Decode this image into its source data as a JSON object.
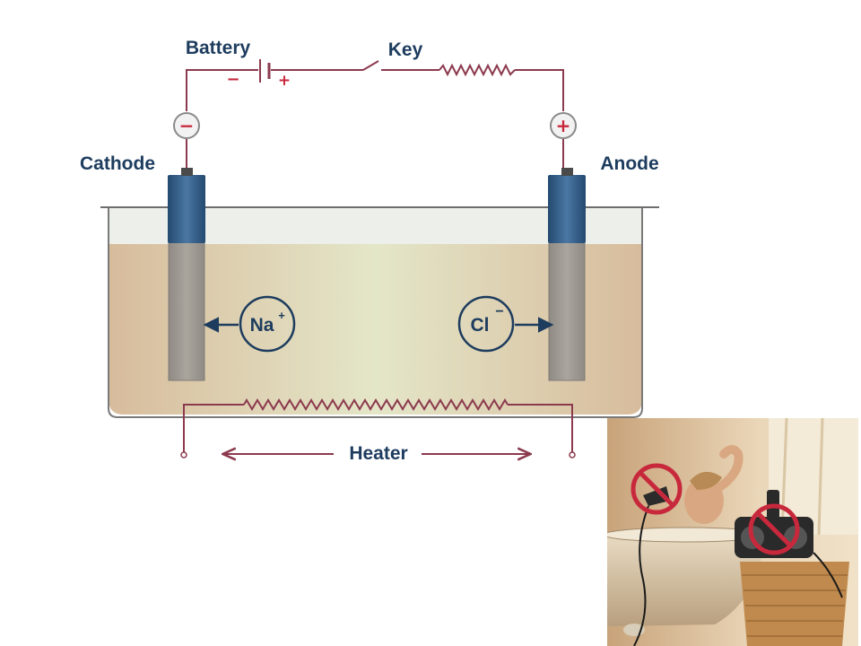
{
  "diagram": {
    "labels": {
      "battery": "Battery",
      "key": "Key",
      "cathode": "Cathode",
      "anode": "Anode",
      "heater": "Heater",
      "battery_negative": "−",
      "battery_positive": "+",
      "cathode_terminal_sign": "−",
      "anode_terminal_sign": "+"
    },
    "ions": {
      "sodium": {
        "symbol": "Na",
        "charge": "+"
      },
      "chloride": {
        "symbol": "Cl",
        "charge": "−"
      }
    },
    "colors": {
      "wire": "#8c3a4e",
      "label_text": "#1d3c5e",
      "terminal_sign": "#c8283c",
      "electrode_cap": "#2f577f",
      "electrode_rod": "#9e9a92",
      "liquid": "#d8c0a2",
      "ion_circle_stroke": "#1d3c5e"
    }
  },
  "photo": {
    "description_icons": [
      "no-hair-dryer-icon",
      "no-radio-icon"
    ],
    "prohibition_color": "#c8283c"
  }
}
